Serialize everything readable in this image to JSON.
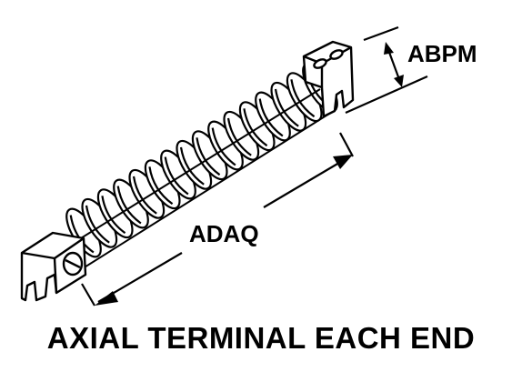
{
  "labels": {
    "diameter_dimension": "ABPM",
    "length_dimension": "ADAQ"
  },
  "caption": "AXIAL TERMINAL EACH END",
  "colors": {
    "ink": "#000000",
    "paper": "#ffffff"
  }
}
